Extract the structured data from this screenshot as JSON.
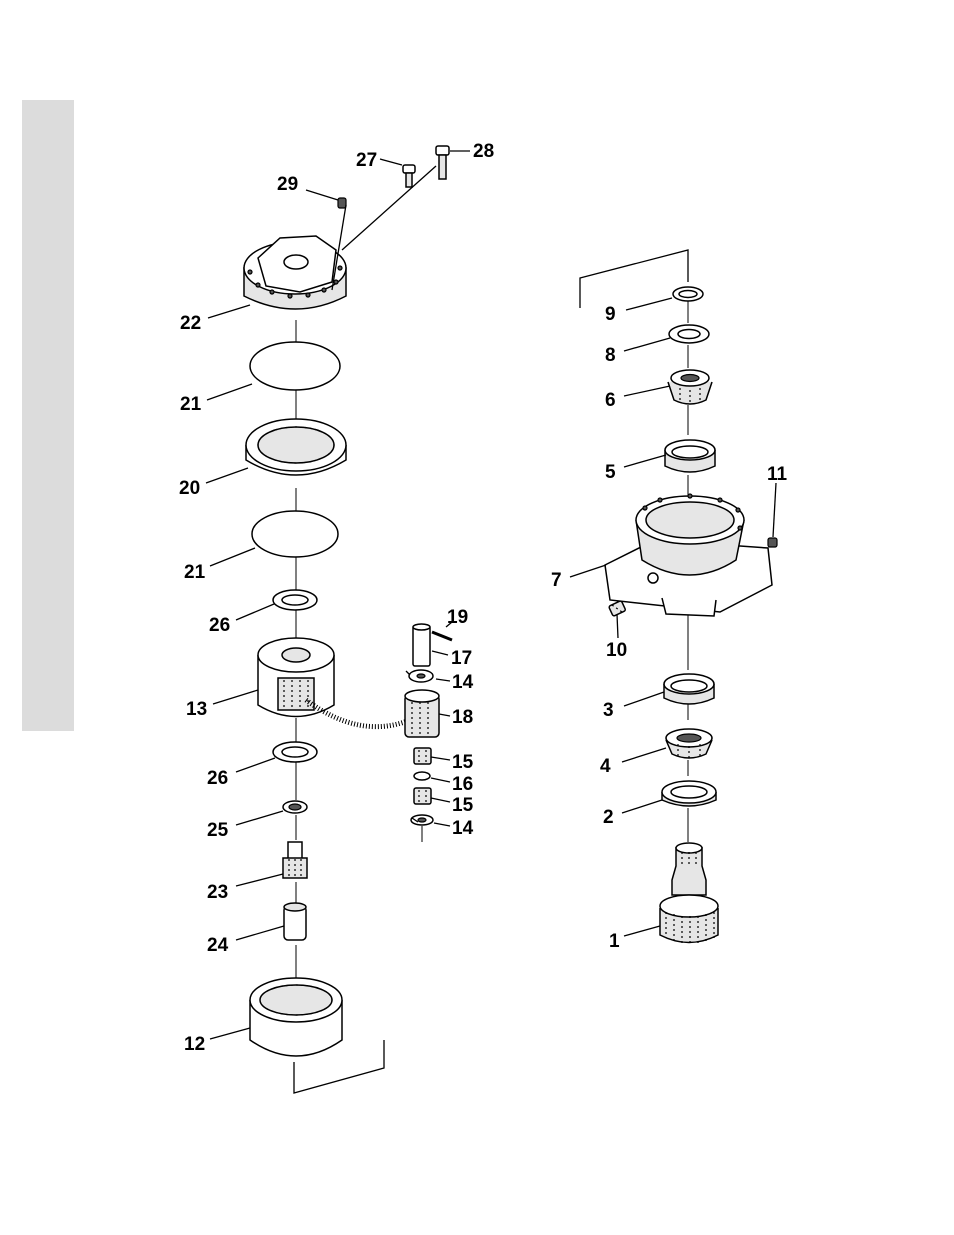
{
  "labels": {
    "l1": "1",
    "l2": "2",
    "l3": "3",
    "l4": "4",
    "l5": "5",
    "l6": "6",
    "l7": "7",
    "l8": "8",
    "l9": "9",
    "l10": "10",
    "l11": "11",
    "l12": "12",
    "l13": "13",
    "l14a": "14",
    "l14b": "14",
    "l15a": "15",
    "l15b": "15",
    "l16": "16",
    "l17": "17",
    "l18": "18",
    "l19": "19",
    "l20": "20",
    "l21a": "21",
    "l21b": "21",
    "l22": "22",
    "l23": "23",
    "l24": "24",
    "l25": "25",
    "l26a": "26",
    "l26b": "26",
    "l27": "27",
    "l28": "28",
    "l29": "29"
  }
}
